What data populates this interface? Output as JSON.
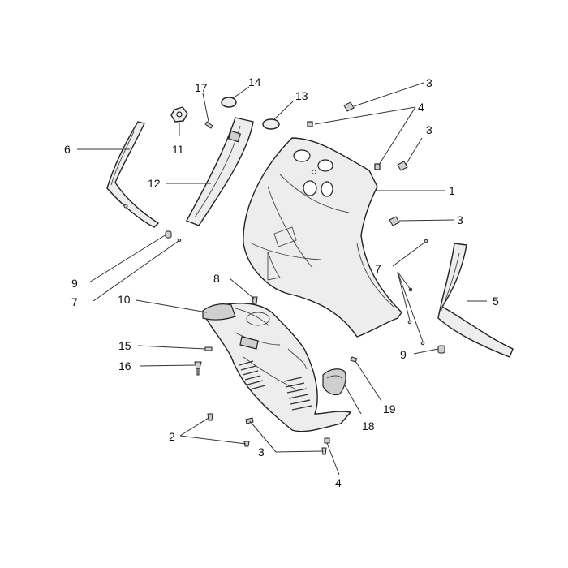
{
  "callouts": [
    {
      "id": "c1",
      "text": "1"
    },
    {
      "id": "c2",
      "text": "2"
    },
    {
      "id": "c3a",
      "text": "3"
    },
    {
      "id": "c3b",
      "text": "3"
    },
    {
      "id": "c3c",
      "text": "3"
    },
    {
      "id": "c3d",
      "text": "3"
    },
    {
      "id": "c4a",
      "text": "4"
    },
    {
      "id": "c4b",
      "text": "4"
    },
    {
      "id": "c5",
      "text": "5"
    },
    {
      "id": "c6",
      "text": "6"
    },
    {
      "id": "c7a",
      "text": "7"
    },
    {
      "id": "c7b",
      "text": "7"
    },
    {
      "id": "c8",
      "text": "8"
    },
    {
      "id": "c9a",
      "text": "9"
    },
    {
      "id": "c9b",
      "text": "9"
    },
    {
      "id": "c10",
      "text": "10"
    },
    {
      "id": "c11",
      "text": "11"
    },
    {
      "id": "c12",
      "text": "12"
    },
    {
      "id": "c13",
      "text": "13"
    },
    {
      "id": "c14",
      "text": "14"
    },
    {
      "id": "c15",
      "text": "15"
    },
    {
      "id": "c16",
      "text": "16"
    },
    {
      "id": "c17",
      "text": "17"
    },
    {
      "id": "c18",
      "text": "18"
    },
    {
      "id": "c19",
      "text": "19"
    }
  ]
}
